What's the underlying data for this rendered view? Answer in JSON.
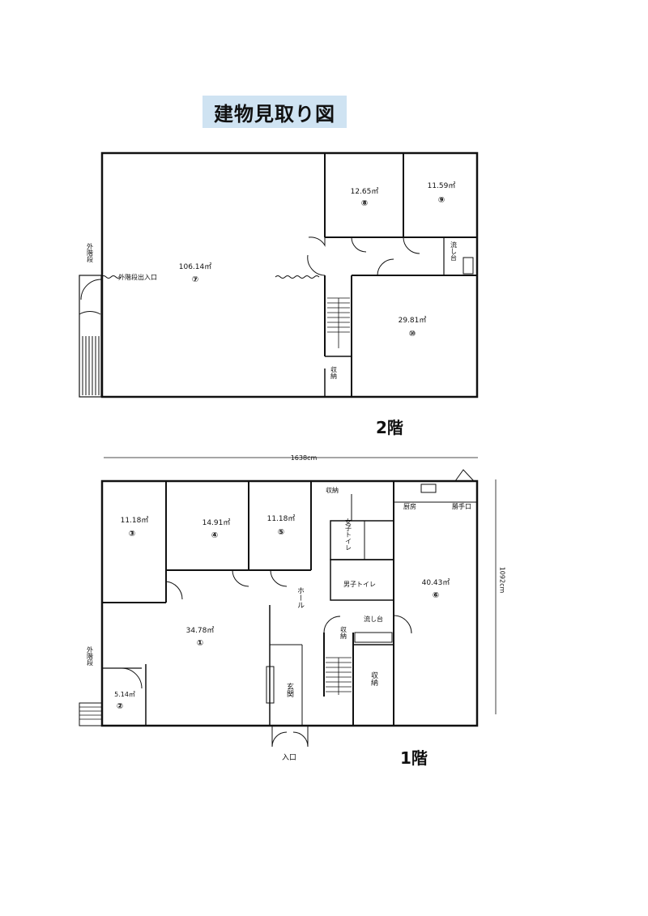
{
  "title": "建物見取り図",
  "floor2": {
    "label": "2階",
    "rooms": [
      {
        "area": "106.14㎡",
        "num": "⑦"
      },
      {
        "area": "12.65㎡",
        "num": "⑧"
      },
      {
        "area": "11.59㎡",
        "num": "⑨"
      },
      {
        "area": "29.81㎡",
        "num": "⑩"
      }
    ],
    "ext_stairs": "外階段",
    "ext_stairs_entry": "外階段出入口",
    "sink": "流し台",
    "storage": "収納"
  },
  "floor1": {
    "label": "1階",
    "width_dim": "1638cm",
    "height_dim": "1092cm",
    "rooms": [
      {
        "area": "34.78㎡",
        "num": "①"
      },
      {
        "area": "5.14㎡",
        "num": "②"
      },
      {
        "area": "11.18㎡",
        "num": "③"
      },
      {
        "area": "14.91㎡",
        "num": "④"
      },
      {
        "area": "11.18㎡",
        "num": "⑤"
      },
      {
        "area": "40.43㎡",
        "num": "⑥"
      }
    ],
    "ext_stairs": "外階段",
    "storage": "収納",
    "kitchen": "厨房",
    "back_door": "勝手口",
    "womens_toilet": "女子トイレ",
    "mens_toilet": "男子トイレ",
    "hall": "ホール",
    "sink": "流し台",
    "entrance": "玄関",
    "entry": "入口"
  }
}
